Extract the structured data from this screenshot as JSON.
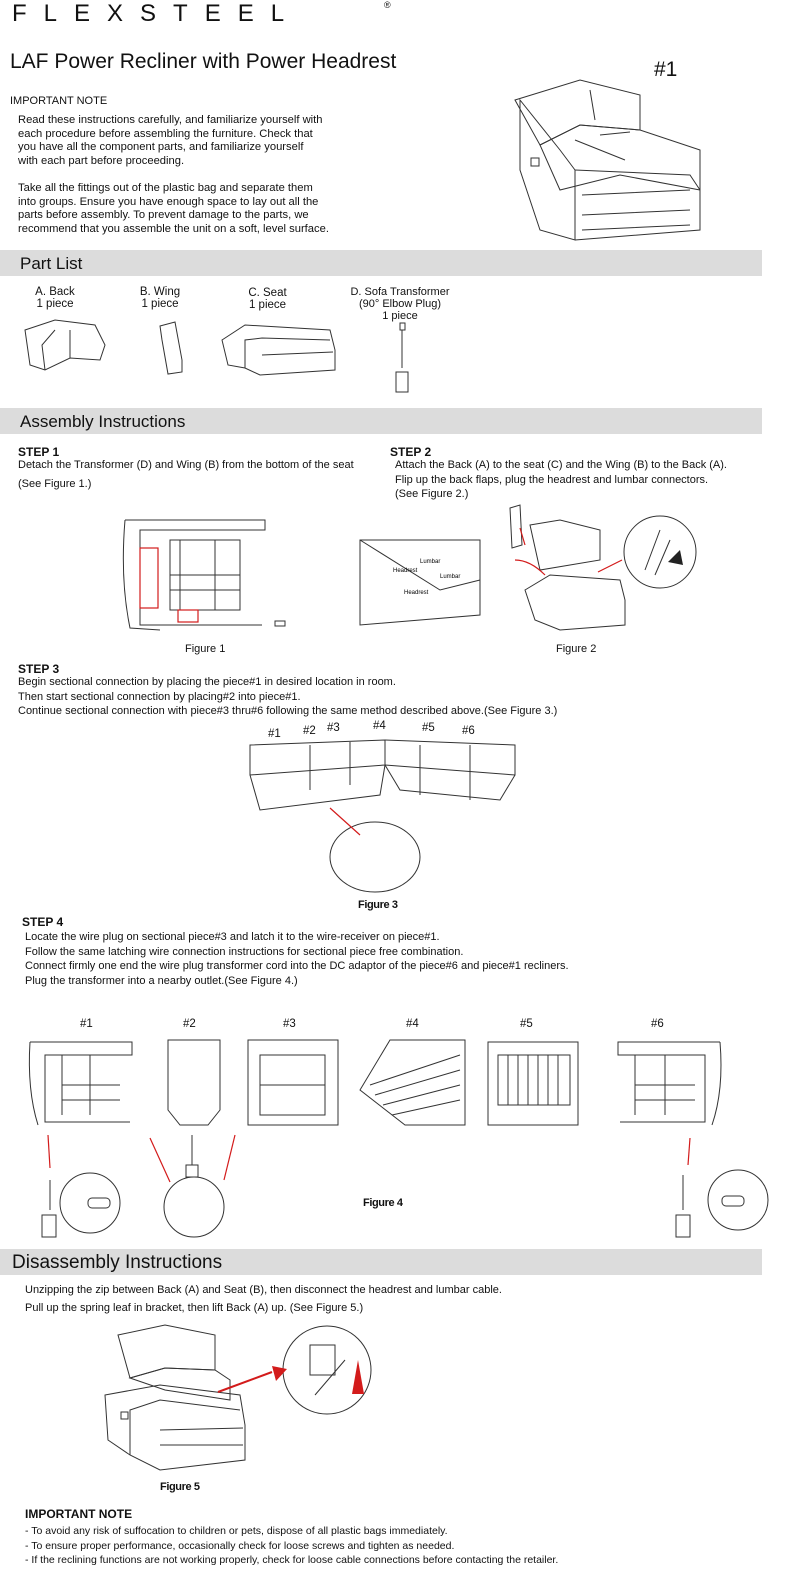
{
  "brand": {
    "name": "FLEXSTEEL",
    "registered": "®"
  },
  "header": {
    "title": "LAF Power Recliner with Power Headrest",
    "piece_number": "#1"
  },
  "intro": {
    "heading": "IMPORTANT NOTE",
    "para1": [
      "Read these instructions carefully, and familiarize yourself with",
      "each procedure before assembling the furniture. Check that",
      "you have all the component parts, and familiarize yourself",
      "with each part before proceeding."
    ],
    "para2": [
      "Take all the fittings out of the plastic bag and separate them",
      "into groups. Ensure you have enough space to lay out all the",
      "parts before assembly. To prevent damage to the parts, we",
      "recommend that you assemble the unit on a soft, level surface."
    ]
  },
  "part_list": {
    "heading": "Part List",
    "parts": [
      {
        "name": "A.  Back",
        "qty": "1 piece"
      },
      {
        "name": "B.  Wing",
        "qty": "1 piece"
      },
      {
        "name": "C.  Seat",
        "qty": "1 piece"
      },
      {
        "name": "D.  Sofa Transformer",
        "sub": "(90° Elbow Plug)",
        "qty": "1 piece"
      }
    ]
  },
  "assembly": {
    "heading": "Assembly Instructions",
    "step1": {
      "title": "STEP  1",
      "lines": [
        "Detach the Transformer (D) and Wing (B) from the bottom of the seat",
        "(See Figure 1.)"
      ]
    },
    "step2": {
      "title": "STEP  2",
      "lines": [
        "Attach the Back (A) to the seat (C) and the Wing (B) to the Back (A).",
        "Flip up the back flaps, plug the headrest and lumbar connectors.",
        "(See Figure 2.)"
      ]
    },
    "fig2_labels": {
      "lumbar1": "Lumbar",
      "headrest1": "Headrest",
      "lumbar2": "Lumbar",
      "headrest2": "Headrest"
    },
    "figure1": "Figure 1",
    "figure2": "Figure 2",
    "step3": {
      "title": "STEP  3",
      "lines": [
        "Begin sectional connection by placing the piece#1 in desired location in room.",
        "Then start sectional connection by placing#2 into piece#1.",
        "Continue sectional connection with piece#3 thru#6 following the same method described above.(See Figure 3.)"
      ]
    },
    "fig3_labels": [
      "#1",
      "#2",
      "#3",
      "#4",
      "#5",
      "#6"
    ],
    "figure3": "Figure 3",
    "step4": {
      "title": "STEP  4",
      "lines": [
        "Locate the wire plug on sectional piece#3 and latch it to the wire-receiver on piece#1.",
        "Follow the same latching wire connection instructions for sectional piece free combination.",
        "Connect firmly one end the wire plug transformer cord into the DC adaptor of the piece#6 and piece#1 recliners.",
        "Plug the transformer into a nearby outlet.(See Figure 4.)"
      ]
    },
    "fig4_labels": [
      "#1",
      "#2",
      "#3",
      "#4",
      "#5",
      "#6"
    ],
    "figure4": "Figure 4"
  },
  "disassembly": {
    "heading": "Disassembly Instructions",
    "lines": [
      "Unzipping the zip between Back (A) and Seat (B), then disconnect the headrest and lumbar cable.",
      "Pull up the spring leaf in bracket, then lift Back (A) up. (See Figure 5.)"
    ],
    "figure5": "Figure 5"
  },
  "footer_note": {
    "heading": "IMPORTANT  NOTE",
    "items": [
      "-  To avoid any risk of suffocation to children or pets, dispose of all plastic bags immediately.",
      "-  To ensure proper performance, occasionally check for loose screws and tighten as needed.",
      "-  If the reclining functions are not working properly, check for loose cable connections before contacting the retailer."
    ]
  },
  "colors": {
    "band": "#dcdcdc",
    "accent_red": "#d31b1b",
    "text": "#111111"
  }
}
